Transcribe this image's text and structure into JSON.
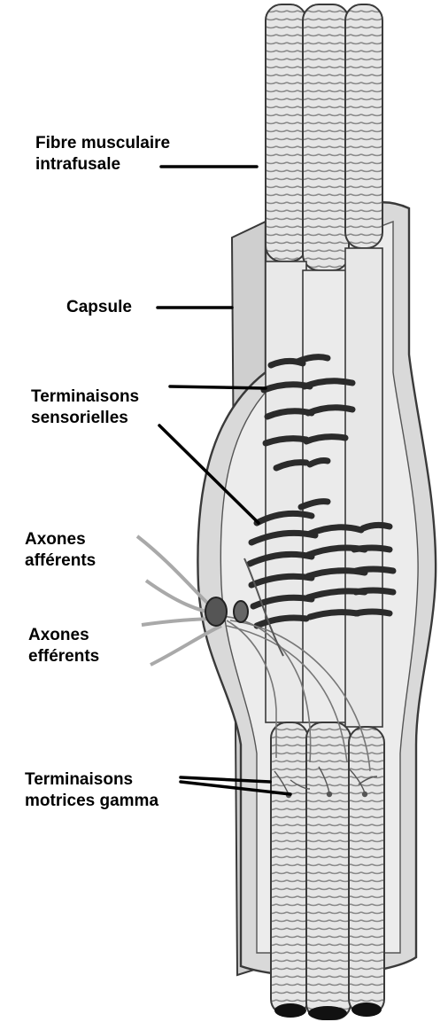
{
  "labels": {
    "fibre": {
      "line1": "Fibre musculaire",
      "line2": "intrafusale"
    },
    "capsule": {
      "line1": "Capsule"
    },
    "sensory": {
      "line1": "Terminaisons",
      "line2": "sensorielles"
    },
    "afferent": {
      "line1": "Axones",
      "line2": "afférents"
    },
    "efferent": {
      "line1": "Axones",
      "line2": "efférents"
    },
    "motor": {
      "line1": "Terminaisons",
      "line2": "motrices gamma"
    }
  },
  "colors": {
    "fibre_fill": "#e4e4e4",
    "fibre_stripe": "#8a8a8a",
    "capsule_fill": "#d2d2d2",
    "outline": "#3a3a3a",
    "ending": "#2b2b2b",
    "leader": "#000000"
  }
}
